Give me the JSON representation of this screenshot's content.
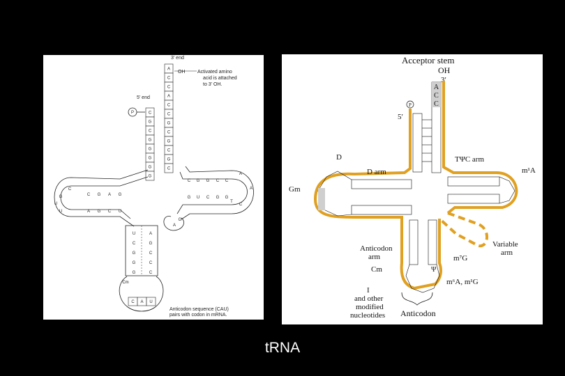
{
  "slide": {
    "caption": "tRNA"
  },
  "left_diagram": {
    "three_prime_end": "3' end",
    "five_prime_end": "5' end",
    "phosphate": "P",
    "oh": "OH",
    "activated_note_1": "Activated amino",
    "activated_note_2": "acid is attached",
    "activated_note_3": "to 3' OH.",
    "acceptor_3": [
      "A",
      "C",
      "C",
      "A",
      "C",
      "C",
      "G",
      "C",
      "G",
      "C",
      "G",
      "C"
    ],
    "acceptor_5": [
      "C",
      "G",
      "C",
      "G",
      "G",
      "G",
      "G",
      "G"
    ],
    "cm_label": "Cm",
    "anticodon_bases": [
      "C",
      "A",
      "U"
    ],
    "anticodon_note_1": "Anticodon sequence (CAU)",
    "anticodon_note_2": "pairs with codon in mRNA."
  },
  "right_diagram": {
    "acceptor_stem": "Acceptor stem",
    "oh": "OH",
    "three_prime": "3′",
    "five_prime": "5′",
    "p": "P",
    "acc": [
      "A",
      "C",
      "C"
    ],
    "d_label": "D",
    "d_arm": "D arm",
    "gm": "Gm",
    "tpsic_arm": "TΨC arm",
    "m1a": "m¹A",
    "variable_arm_1": "Variable",
    "variable_arm_2": "arm",
    "m7g": "m⁷G",
    "anticodon_arm_1": "Anticodon",
    "anticodon_arm_2": "arm",
    "cm": "Cm",
    "note_i": "I",
    "note_2": "and other",
    "note_3": "modified",
    "note_4": "nucleotides",
    "anticodon": "Anticodon",
    "m6a": "m⁶A,  m¹G",
    "psi": "Ψ",
    "colors": {
      "highlight": "#e0a020",
      "shade": "#cfcfcf"
    }
  }
}
